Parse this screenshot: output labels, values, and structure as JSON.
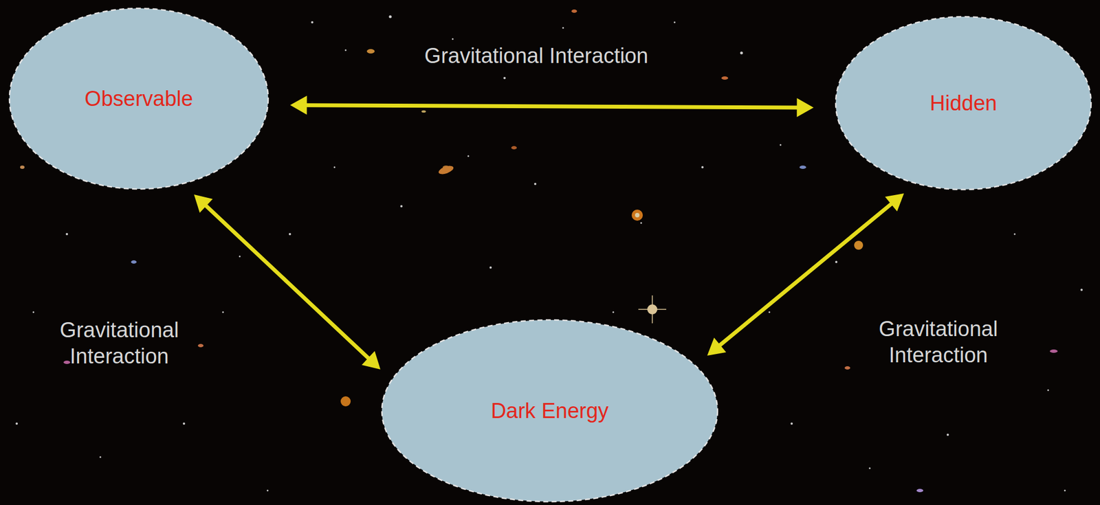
{
  "diagram": {
    "nodes": [
      {
        "text": [
          "Observable"
        ]
      },
      {
        "text": [
          "Hidden"
        ]
      },
      {
        "text": [
          "Dark Energy"
        ]
      }
    ],
    "edges": [
      {
        "from": 0,
        "to": 1,
        "label": "Gravitational Interaction",
        "arrow": "both"
      },
      {
        "from": 0,
        "to": 2,
        "label": "Gravitational Interaction",
        "arrow": "both"
      },
      {
        "from": 1,
        "to": 2,
        "label": "Gravitational Interaction",
        "arrow": "both"
      }
    ]
  }
}
